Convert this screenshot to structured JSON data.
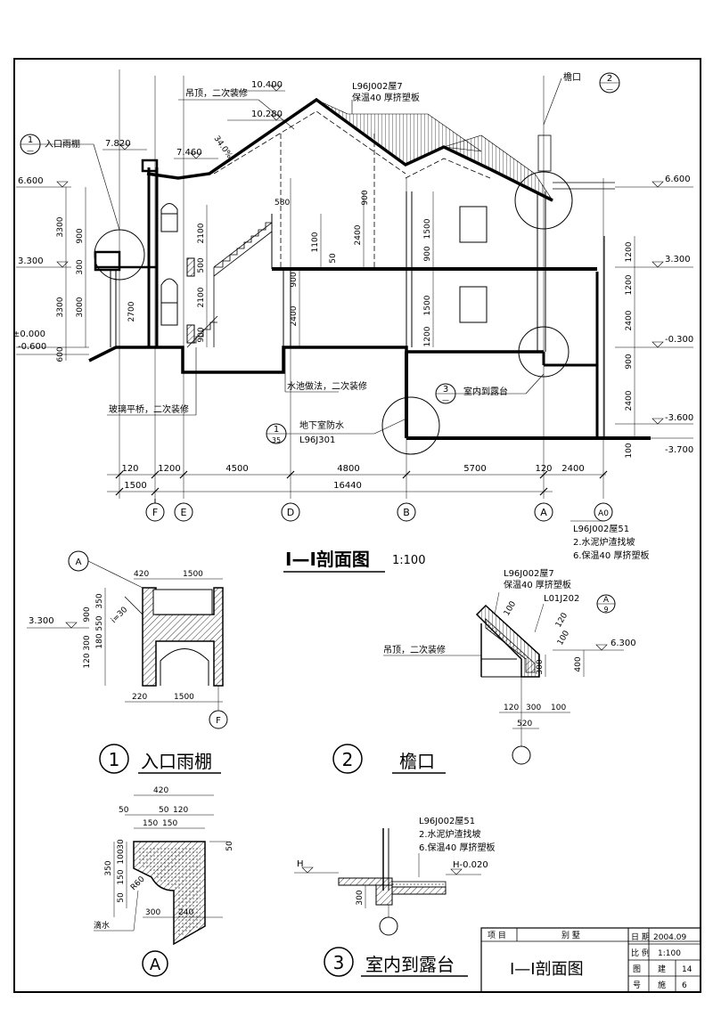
{
  "main_section": {
    "title": "I—I剖面图",
    "scale": "1:100",
    "elevations_left": [
      "6.600",
      "3.300",
      "±0.000",
      "-0.600"
    ],
    "elevations_right": [
      "6.600",
      "3.300",
      "-0.300",
      "-3.600",
      "-3.700"
    ],
    "top_elevations": [
      "10.400",
      "10.280",
      "7.820",
      "7.460"
    ],
    "vertical_dims_left": [
      "3300",
      "3300",
      "900",
      "300",
      "3000",
      "2700",
      "600"
    ],
    "vertical_dims_mid": [
      "2100",
      "2100",
      "500",
      "900",
      "1100",
      "50",
      "900",
      "2400",
      "2400",
      "1500",
      "900",
      "1500",
      "1200",
      "900"
    ],
    "vertical_dims_right": [
      "1200",
      "1200",
      "2400",
      "900",
      "2400",
      "100"
    ],
    "horizontal_dims": [
      "120",
      "1200",
      "4500",
      "4800",
      "5700",
      "120",
      "2400",
      "1500",
      "16440"
    ],
    "grid_axes": [
      "F",
      "E",
      "D",
      "B",
      "A",
      "A0"
    ],
    "notes": {
      "ceiling": "吊顶，二次装修",
      "roof": "L96J002屋7",
      "roof_insulation": "保温40  厚挤塑板",
      "eave": "檐口",
      "entrance": "入口雨棚",
      "pool": "水池做法，二次装修",
      "glass_bridge": "玻璃平桥，二次装修",
      "basement_wp": "地下室防水",
      "basement_ref": "L96J301",
      "terrace": "室内到露台",
      "a0_ref": "L96J002屋51",
      "a0_layer2": "2.水泥炉渣找坡",
      "a0_layer6": "6.保温40  厚挤塑板",
      "slope": "34.0%",
      "dim580": "580"
    },
    "callouts": [
      {
        "num": "1",
        "den": "—"
      },
      {
        "num": "2",
        "den": "—"
      },
      {
        "num": "3",
        "den": "—"
      },
      {
        "num": "1",
        "den": "35"
      }
    ]
  },
  "detail_1": {
    "label_num": "1",
    "label_text": "入口雨棚",
    "dims_top": [
      "420",
      "1500"
    ],
    "dims_side": [
      "350",
      "550",
      "180",
      "900",
      "300",
      "120"
    ],
    "dims_bottom": [
      "220",
      "1500"
    ],
    "elev": "3.300",
    "slope": "i=30",
    "axis_a": "A",
    "axis_f": "F"
  },
  "detail_2": {
    "label_num": "2",
    "label_text": "檐口",
    "ref1": "L96J002屋7",
    "ref1b": "保温40  厚挤塑板",
    "ref2": "L01J202",
    "ref2_num": "A",
    "ref2_den": "9",
    "ceiling": "吊顶，二次装修",
    "elev": "6.300",
    "dims_bottom": [
      "120",
      "300",
      "100",
      "520"
    ],
    "dims_side": [
      "300",
      "400"
    ],
    "dims_slope": [
      "100",
      "120",
      "100"
    ]
  },
  "detail_a": {
    "label": "A",
    "dims_top": [
      "420",
      "50",
      "50",
      "120",
      "150",
      "150"
    ],
    "dims_side": [
      "30",
      "100",
      "150",
      "350",
      "50",
      "50"
    ],
    "dims_bottom": [
      "300",
      "240"
    ],
    "radius": "R60",
    "drip": "滴水"
  },
  "detail_3": {
    "label_num": "3",
    "label_text": "室内到露台",
    "ref": "L96J002屋51",
    "layer2": "2.水泥炉渣找坡",
    "layer6": "6.保温40  厚挤塑板",
    "elev_h": "H",
    "elev_h2": "H-0.020",
    "dim": "300"
  },
  "title_block": {
    "project_label": "项  目",
    "project_value": "别    墅",
    "date_label": "日 期",
    "date_value": "2004.09",
    "scale_label": "比 例",
    "scale_value": "1:100",
    "drawing_title": "I—I剖面图",
    "sheet_label": "图",
    "sheet_value": "建",
    "sheet_no": "14",
    "no_label": "号",
    "no_value": "施",
    "no_no": "6"
  }
}
